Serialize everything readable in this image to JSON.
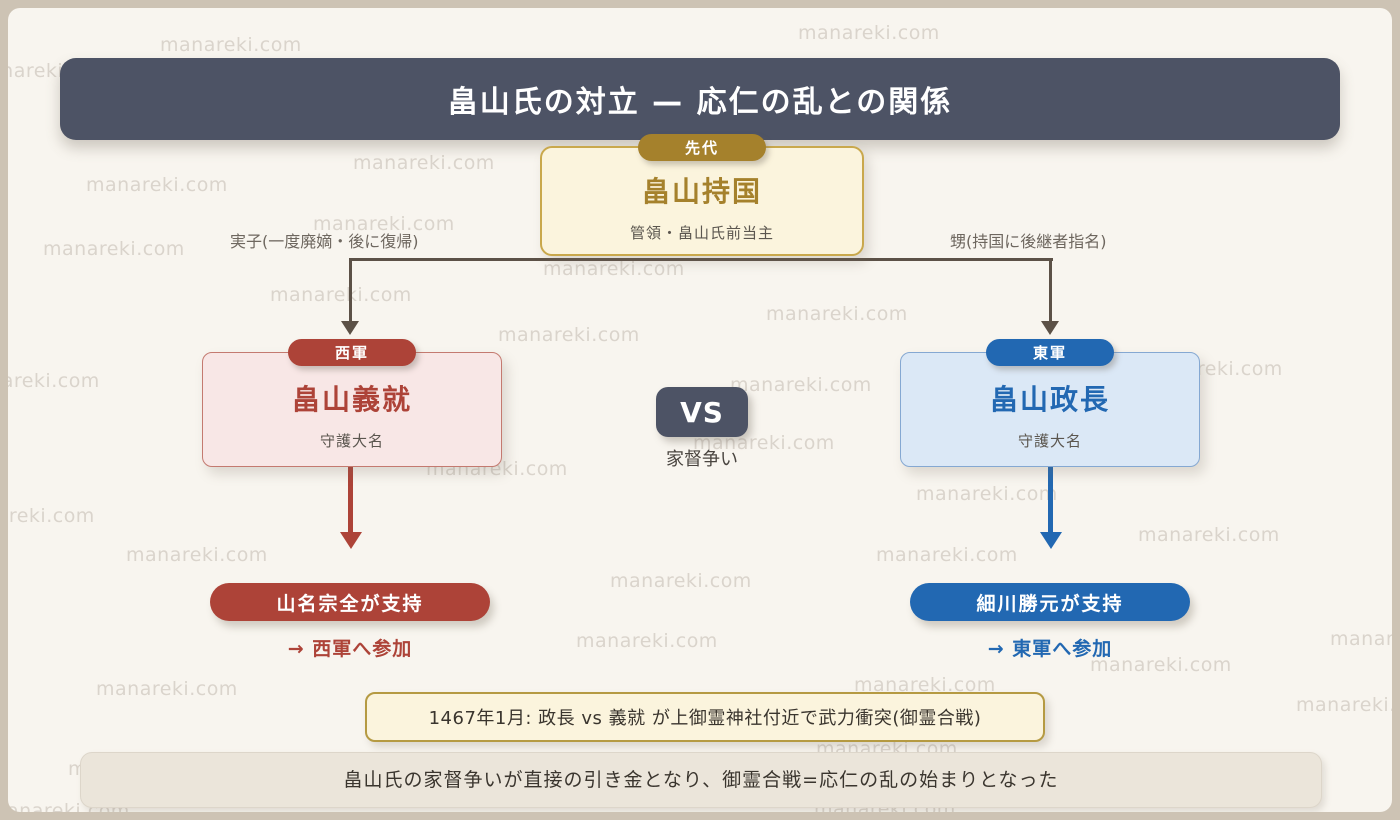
{
  "title": "畠山氏の対立 — 応仁の乱との関係",
  "watermark": {
    "text": "manareki.com",
    "positions": [
      [
        152,
        26
      ],
      [
        790,
        14
      ],
      [
        -38,
        52
      ],
      [
        345,
        144
      ],
      [
        78,
        166
      ],
      [
        575,
        188
      ],
      [
        305,
        205
      ],
      [
        35,
        230
      ],
      [
        535,
        250
      ],
      [
        262,
        276
      ],
      [
        758,
        295
      ],
      [
        490,
        316
      ],
      [
        222,
        342
      ],
      [
        -50,
        362
      ],
      [
        722,
        366
      ],
      [
        955,
        366
      ],
      [
        1133,
        350
      ],
      [
        418,
        450
      ],
      [
        685,
        424
      ],
      [
        908,
        475
      ],
      [
        -55,
        497
      ],
      [
        1130,
        516
      ],
      [
        118,
        536
      ],
      [
        868,
        536
      ],
      [
        602,
        562
      ],
      [
        1322,
        620
      ],
      [
        568,
        622
      ],
      [
        88,
        670
      ],
      [
        846,
        666
      ],
      [
        1082,
        646
      ],
      [
        540,
        684
      ],
      [
        808,
        730
      ],
      [
        1288,
        686
      ],
      [
        60,
        750
      ],
      [
        512,
        780
      ],
      [
        1136,
        750
      ],
      [
        806,
        790
      ],
      [
        -20,
        792
      ]
    ]
  },
  "predecessor": {
    "badge": "先代",
    "name": "畠山持国",
    "role": "管領・畠山氏前当主"
  },
  "relations": {
    "left_label": "実子(一度廃嫡・後に復帰)",
    "right_label": "甥(持国に後継者指名)"
  },
  "west": {
    "badge": "西軍",
    "name": "畠山義就",
    "role": "守護大名",
    "supporter": "山名宗全が支持",
    "join": "→ 西軍へ参加"
  },
  "east": {
    "badge": "東軍",
    "name": "畠山政長",
    "role": "守護大名",
    "supporter": "細川勝元が支持",
    "join": "→ 東軍へ参加"
  },
  "versus": {
    "label": "VS",
    "caption": "家督争い"
  },
  "event": "1467年1月: 政長 vs 義就 が上御霊神社付近で武力衝突(御霊合戦)",
  "conclusion": "畠山氏の家督争いが直接の引き金となり、御霊合戦=応仁の乱の始まりとなった",
  "colors": {
    "frame": "#cdc3b4",
    "canvas": "#f8f5ef",
    "slate": "#4d5365",
    "gold": "#a5812c",
    "gold_light": "#fbf4dd",
    "gold_border": "#c9a84c",
    "west_red": "#ad4338",
    "west_bg": "#f8e7e6",
    "east_blue": "#2268b2",
    "east_bg": "#dbe8f6",
    "connector": "#5c5147",
    "conclusion_bg": "#ebe5da"
  }
}
